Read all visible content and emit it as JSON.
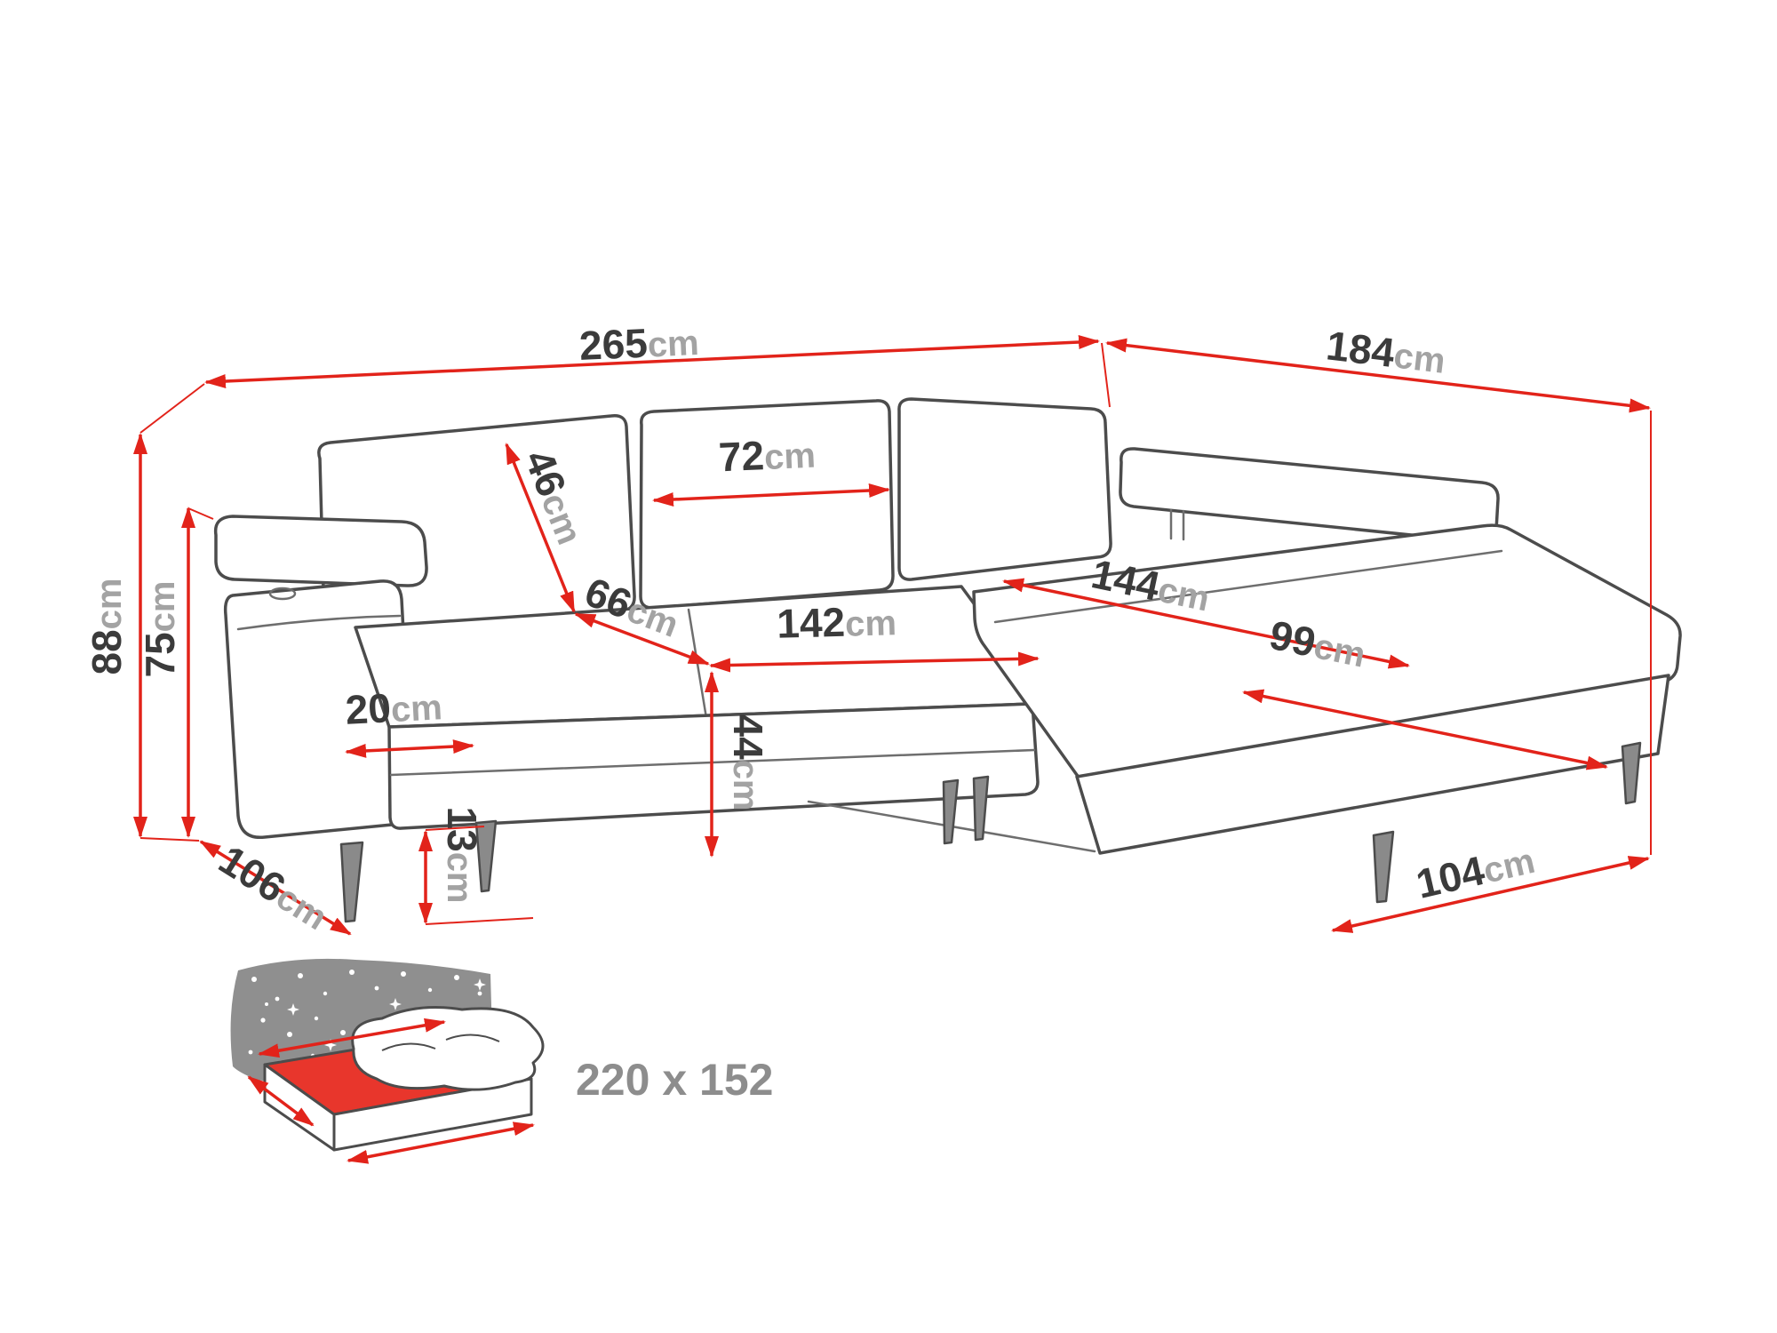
{
  "diagram": {
    "colors": {
      "dimension_line": "#e2231a",
      "sofa_outline": "#4c4c4c",
      "label_number": "#3b3b3b",
      "label_unit": "#a3a3a3",
      "icon_gray": "#8f8f8f",
      "mattress_red": "#e8362c"
    },
    "dimensions": {
      "total_width": {
        "value": "265",
        "unit": "cm"
      },
      "total_depth": {
        "value": "184",
        "unit": "cm"
      },
      "total_height": {
        "value": "88",
        "unit": "cm"
      },
      "backrest_height": {
        "value": "75",
        "unit": "cm"
      },
      "back_cushion_height": {
        "value": "46",
        "unit": "cm"
      },
      "back_cushion_width": {
        "value": "72",
        "unit": "cm"
      },
      "seat_depth": {
        "value": "66",
        "unit": "cm"
      },
      "seat_width": {
        "value": "142",
        "unit": "cm"
      },
      "chaise_seat_length": {
        "value": "144",
        "unit": "cm"
      },
      "chaise_seat_width": {
        "value": "99",
        "unit": "cm"
      },
      "armrest_width": {
        "value": "20",
        "unit": "cm"
      },
      "seat_height": {
        "value": "44",
        "unit": "cm"
      },
      "leg_height": {
        "value": "13",
        "unit": "cm"
      },
      "side_depth": {
        "value": "106",
        "unit": "cm"
      },
      "chaise_width": {
        "value": "104",
        "unit": "cm"
      }
    },
    "sleeping_area": {
      "icon": "starry-blanket-mattress-icon",
      "size": "220 x 152"
    }
  }
}
